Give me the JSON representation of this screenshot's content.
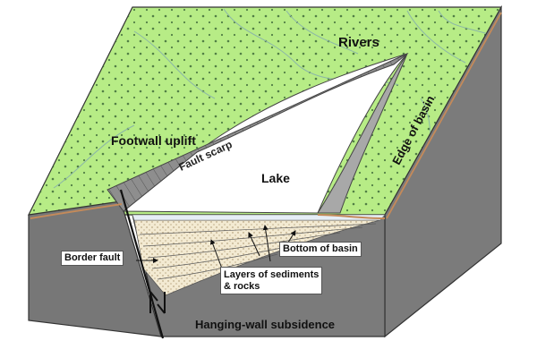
{
  "labels": {
    "rivers": "Rivers",
    "footwall_uplift": "Footwall uplift",
    "fault_scarp": "Fault scarp",
    "lake": "Lake",
    "edge_of_basin": "Edge of basin",
    "border_fault": "Border fault",
    "bottom_of_basin": "Bottom of basin",
    "layers_line1": "Layers of sediments",
    "layers_line2": "& rocks",
    "hanging_wall_subsidence": "Hanging-wall subsidence"
  },
  "colors": {
    "land": "#b7ec86",
    "side_rock": "#7b7b7b",
    "fault_scarp": "#8e8e8e",
    "lake": "#ffffff",
    "basin_edge": "#a8a8a8",
    "soil_line": "#c48a5a",
    "dots": "#3f6b3a"
  }
}
